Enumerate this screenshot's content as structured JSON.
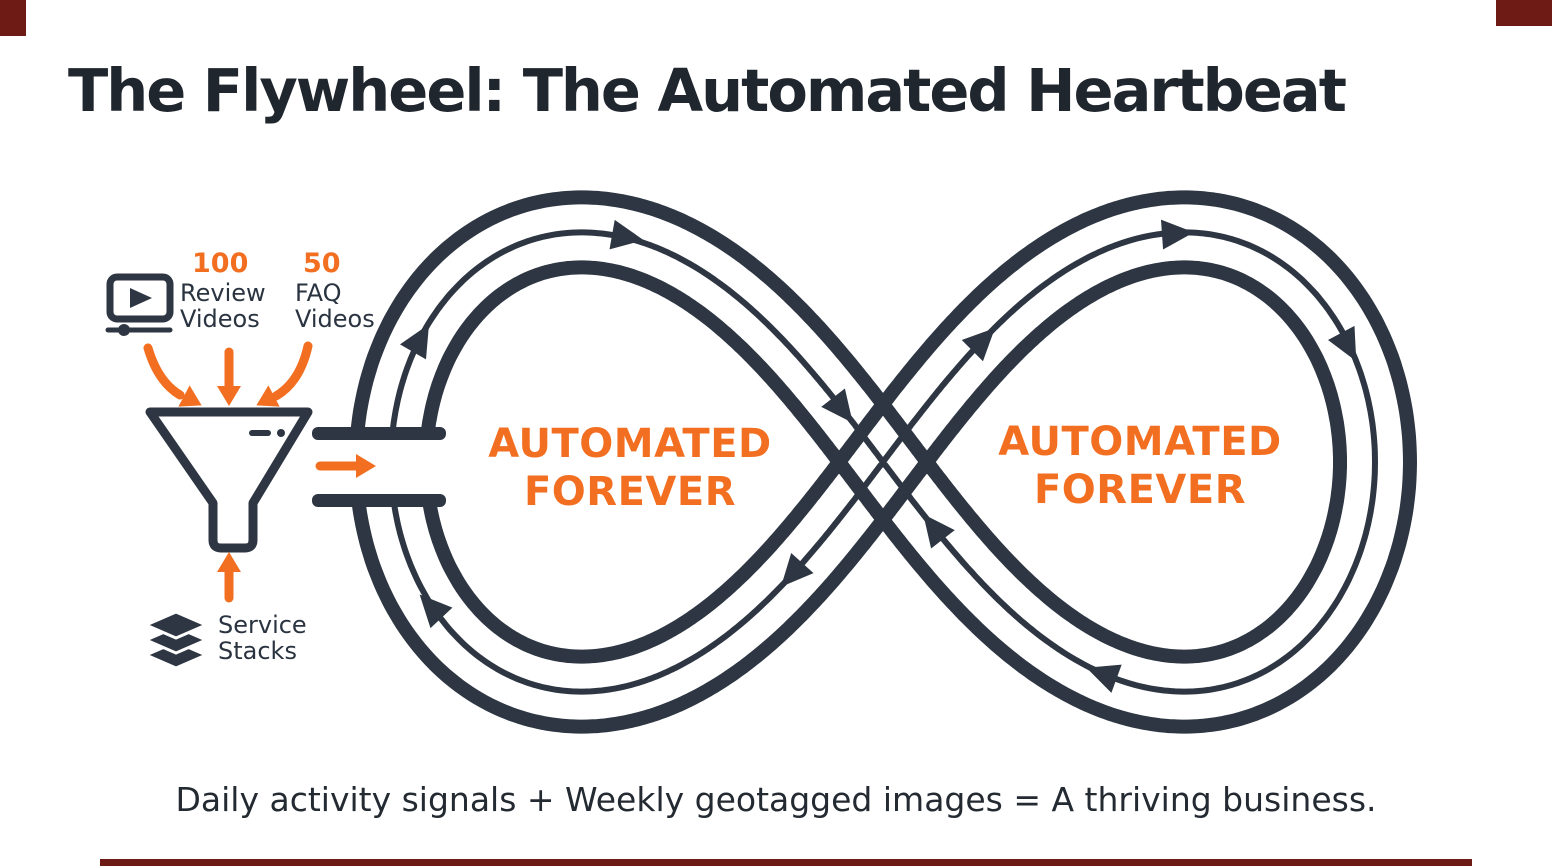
{
  "title": "The Flywheel: The Automated Heartbeat",
  "colors": {
    "ink": "#2D3642",
    "orange": "#F26F21",
    "maroon": "#6E1B15"
  },
  "inputs": {
    "review_videos": {
      "count": "100",
      "line1": "Review",
      "line2": "Videos"
    },
    "faq_videos": {
      "count": "50",
      "line1": "FAQ",
      "line2": "Videos"
    },
    "service_stacks": {
      "line1": "Service",
      "line2": "Stacks"
    }
  },
  "loop_left": {
    "line1": "AUTOMATED",
    "line2": "FOREVER"
  },
  "loop_right": {
    "line1": "AUTOMATED",
    "line2": "FOREVER"
  },
  "caption": "Daily activity signals + Weekly geotagged images = A thriving business.",
  "icons": {
    "video_player": "video-player-icon",
    "funnel": "funnel-icon",
    "service_stacks": "layers-stack-icon",
    "flow_arrows": "orange-arrow-icons"
  }
}
